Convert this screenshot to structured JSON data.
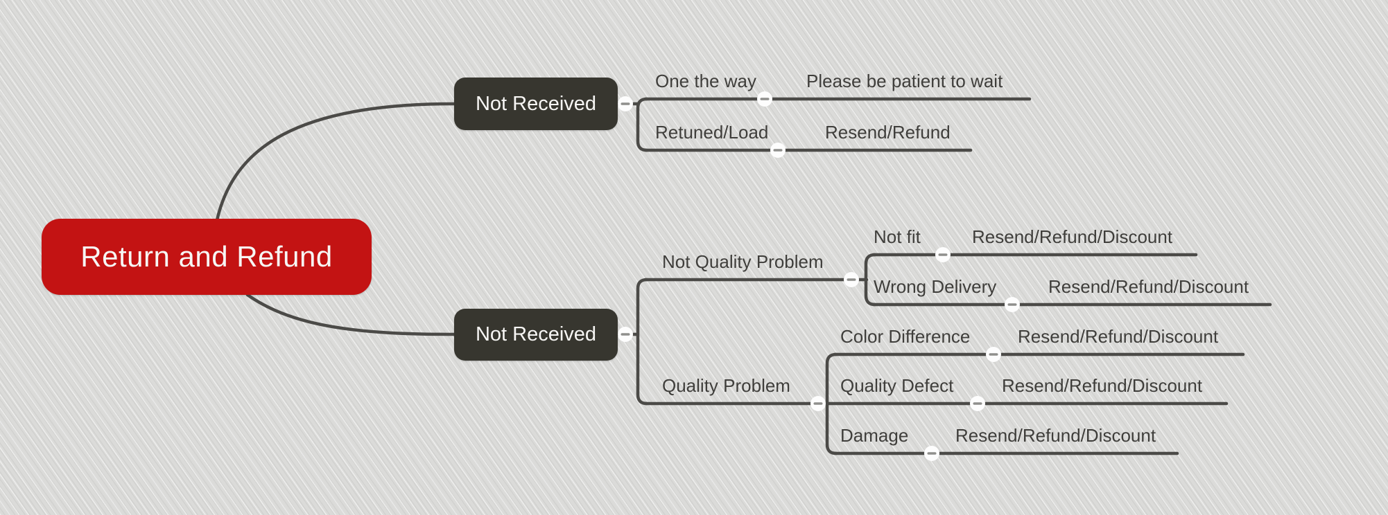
{
  "app": {
    "type": "mind-map-canvas"
  },
  "colors": {
    "canvas-bg": "#dbdbd9",
    "accent-red": "#c31313",
    "node-dark": "#37362f",
    "line": "#4b4a47",
    "label-text": "#3f3e3b",
    "node-text": "#f7f6f4",
    "minus": "#8f8f8c"
  },
  "icons": {
    "collapse": "minus-in-circle"
  },
  "root": {
    "label": "Return and Refund"
  },
  "branches": [
    {
      "label": "Not Received",
      "children": [
        {
          "label": "One the way",
          "value": "Please be patient to wait"
        },
        {
          "label": "Retuned/Load",
          "value": "Resend/Refund"
        }
      ]
    },
    {
      "label": "Not Received",
      "children": [
        {
          "label": "Not Quality Problem",
          "children": [
            {
              "label": "Not fit",
              "value": "Resend/Refund/Discount"
            },
            {
              "label": "Wrong Delivery",
              "value": "Resend/Refund/Discount"
            }
          ]
        },
        {
          "label": "Quality Problem",
          "children": [
            {
              "label": "Color Difference",
              "value": "Resend/Refund/Discount"
            },
            {
              "label": "Quality Defect",
              "value": "Resend/Refund/Discount"
            },
            {
              "label": "Damage",
              "value": "Resend/Refund/Discount"
            }
          ]
        }
      ]
    }
  ]
}
